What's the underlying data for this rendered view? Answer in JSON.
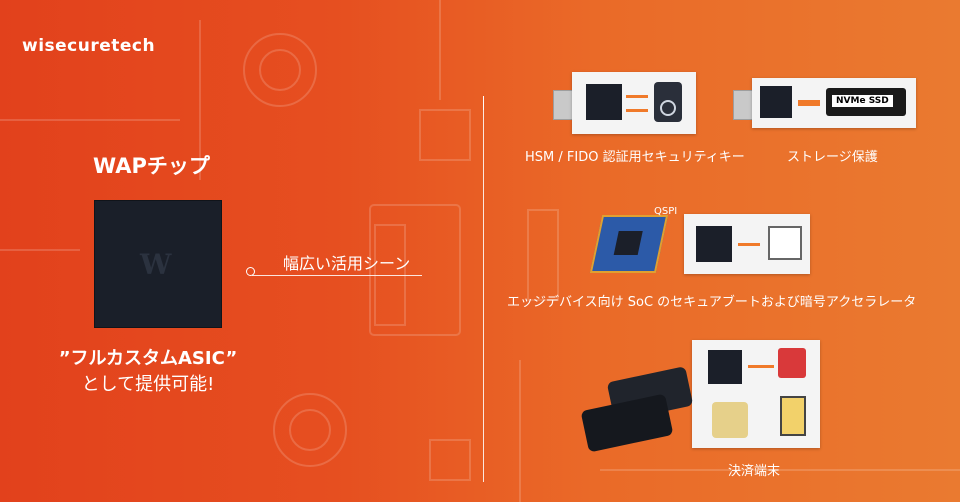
{
  "brand": {
    "logo_text": "wisecuretech"
  },
  "left": {
    "chip_title": "WAPチップ",
    "asic_line1": "”フルカスタムASIC”",
    "asic_line2": "として提供可能!"
  },
  "center": {
    "label": "幅広い活用シーン"
  },
  "apps": [
    {
      "caption": "HSM / FIDO 認証用セキュリティキー"
    },
    {
      "caption": "ストレージ保護",
      "ssd_label": "NVMe SSD"
    },
    {
      "caption": "エッジデバイス向け SoC のセキュアブートおよび暗号アクセラレータ",
      "link_label": "QSPI"
    },
    {
      "caption": "決済端末"
    }
  ],
  "colors": {
    "bg_start": "#e2411c",
    "bg_end": "#ea7a30",
    "chip": "#1b1f29",
    "arrow": "#f07a2a"
  }
}
